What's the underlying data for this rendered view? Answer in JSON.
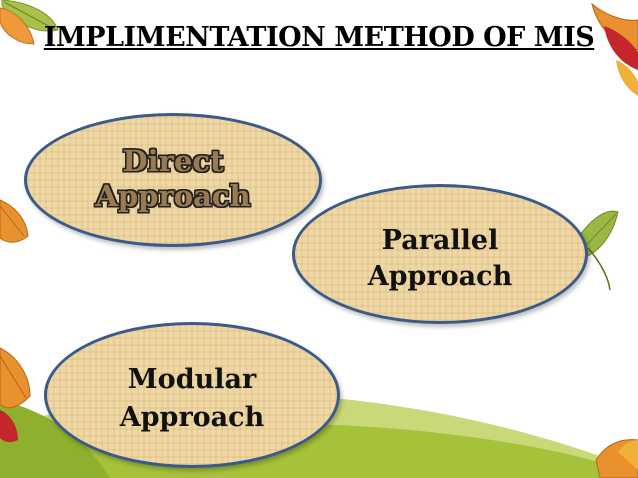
{
  "slide": {
    "title": "IMPLIMENTATION METHOD OF MIS",
    "ovals": {
      "direct": {
        "line1": "Direct",
        "line2": "Approach"
      },
      "parallel": {
        "line1": "Parallel",
        "line2": "Approach"
      },
      "modular": {
        "line1": "Modular",
        "line2": "Approach"
      }
    }
  },
  "colors": {
    "oval_fill": "#efd8a4",
    "oval_border": "#3b5a8a",
    "ground_green": "#a6c23a",
    "leaf_orange": "#e8912e",
    "leaf_green": "#8fae3c"
  }
}
